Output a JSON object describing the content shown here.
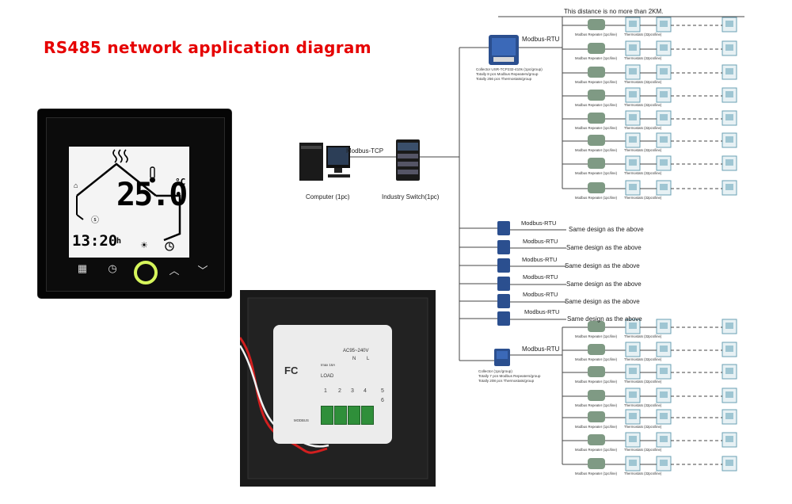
{
  "title": "RS485 network application diagram",
  "distance_note": "This distance is no more than 2KM.",
  "thermostat": {
    "temperature": "25.0",
    "unit": "°C",
    "time": "13:20",
    "time_suffix": "h"
  },
  "back_panel": {
    "voltage": "AC95~240V",
    "n_label": "N",
    "l_label": "L",
    "load_label": "LOAD",
    "current": "Imax 16A",
    "terminals": [
      "1",
      "2",
      "3",
      "4",
      "5",
      "6"
    ],
    "modbus_label": "MODBUS",
    "fc_mark": "FC"
  },
  "devices": {
    "computer_label": "Computer (1pc)",
    "switch_label": "Industry Switch(1pc)",
    "tcp_label": "Modbus-TCP",
    "rtu_label": "Modbus-RTU",
    "collector_top": [
      "Collector USR-TCP232-410s (1pc/group)",
      "Totally 8 pcs Modbus Repeaters/group",
      "Totally 256 pcs Thermostats/group"
    ],
    "collector_bottom": [
      "Collector (1pc/group)",
      "Totally 7 pcs Modbus Repeaters/group",
      "Totally 208 pcs Thermostats/group"
    ],
    "repeater_label": "Modbus Repeater (1pc/line)",
    "thermostats_label": "Thermostats (32pcs/line)",
    "same_design": "Same design as the above"
  }
}
